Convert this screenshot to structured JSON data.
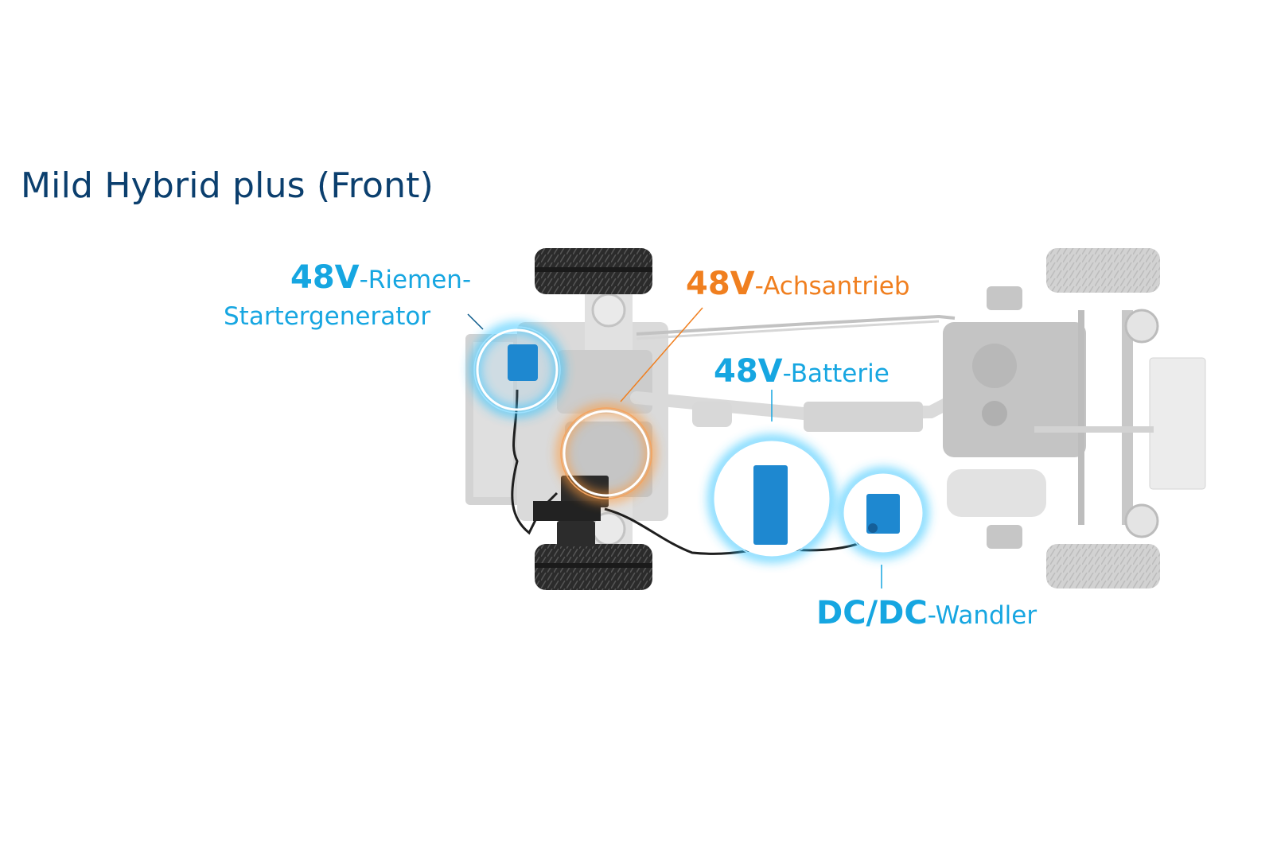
{
  "title": "Mild Hybrid plus (Front)",
  "colors": {
    "title": "#0b3f6e",
    "accent_blue": "#16a6e1",
    "accent_orange": "#f07f1f",
    "chassis_gray": "#c9c9c9",
    "tire_dark": "#2a2a2a",
    "component_blue": "#1e88d0"
  },
  "callouts": [
    {
      "id": "belt-starter-generator",
      "prefix": "48V",
      "suffix": "-Riemen-",
      "line2": "Startergenerator",
      "color": "blue"
    },
    {
      "id": "axle-drive",
      "prefix": "48V",
      "suffix": "-Achsantrieb",
      "color": "orange"
    },
    {
      "id": "battery",
      "prefix": "48V",
      "suffix": "-Batterie",
      "color": "blue"
    },
    {
      "id": "dcdc-converter",
      "prefix": "DC/DC",
      "suffix": "-Wandler",
      "color": "blue"
    }
  ]
}
